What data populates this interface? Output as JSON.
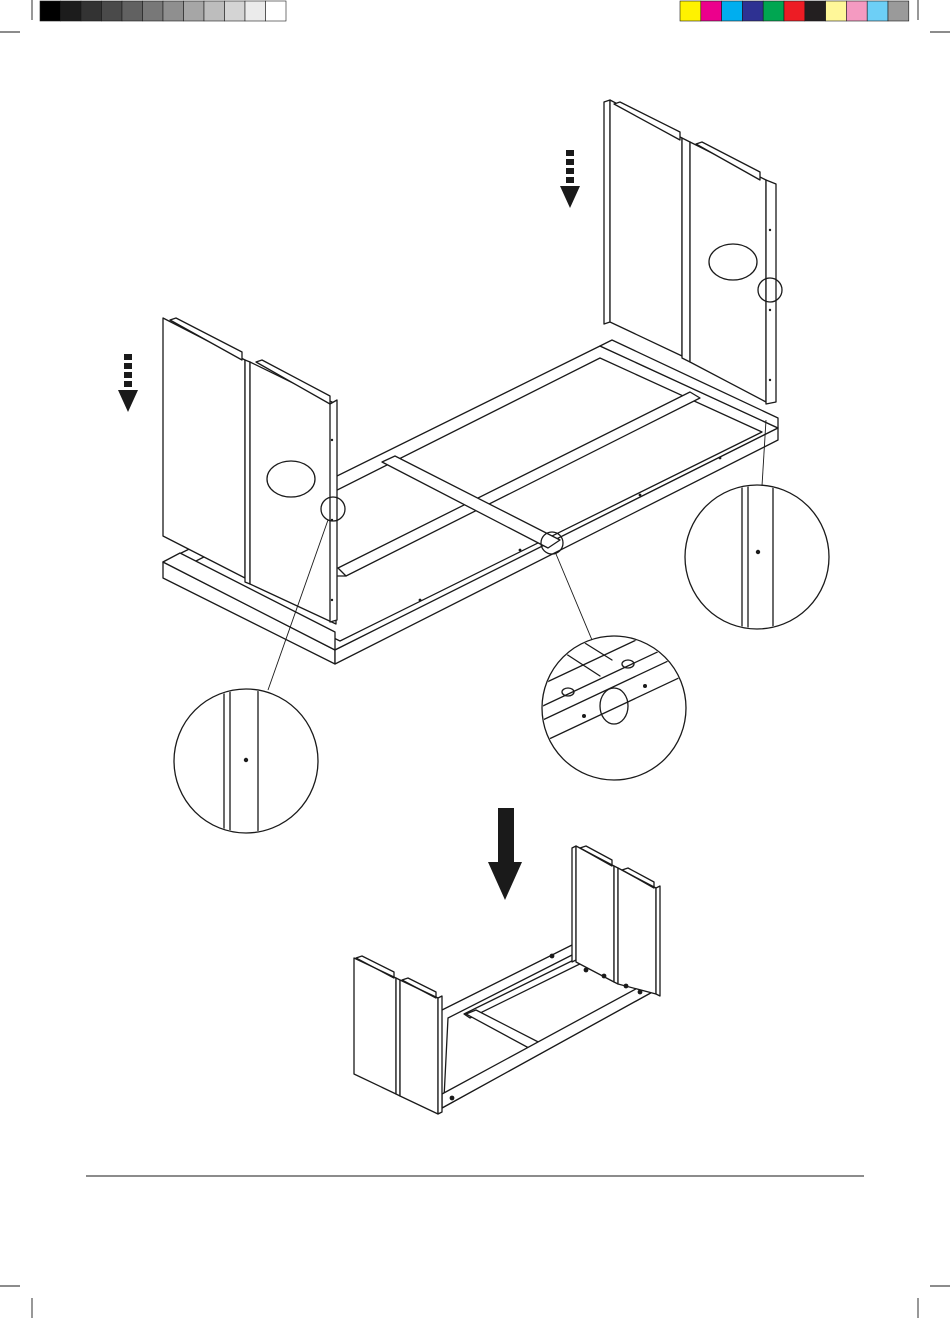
{
  "color_bar": {
    "grayscale": [
      "#000000",
      "#1c1c1c",
      "#333333",
      "#4a4a4a",
      "#616161",
      "#787878",
      "#8f8f8f",
      "#a6a6a6",
      "#bdbdbd",
      "#d4d4d4",
      "#ebebeb",
      "#ffffff"
    ],
    "process": [
      "#fff200",
      "#ec008c",
      "#00aeef",
      "#2e3192",
      "#00a651",
      "#ed1c24",
      "#231f20",
      "#fff799",
      "#f49ac1",
      "#6dcff6",
      "#9a9a9a"
    ]
  },
  "callouts": [
    {
      "name": "left-panel-dowel-detail"
    },
    {
      "name": "crossbar-joint-detail"
    },
    {
      "name": "right-panel-dowel-detail"
    }
  ],
  "icons": [
    "dashed-down-arrow-icon",
    "solid-down-arrow-icon"
  ]
}
